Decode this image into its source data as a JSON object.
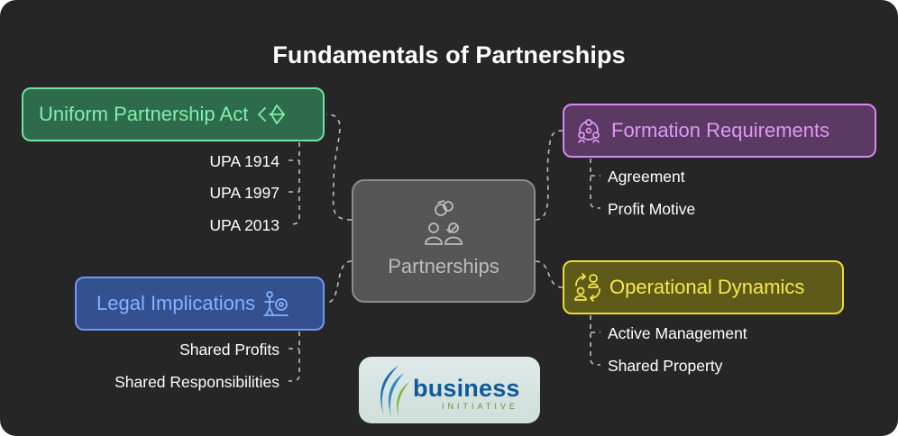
{
  "title": "Fundamentals of Partnerships",
  "center": {
    "label": "Partnerships",
    "icon": "partners-handshake-icon"
  },
  "branches": {
    "upa": {
      "label": "Uniform Partnership Act",
      "icon": "scales-gavel-icon",
      "color": "#7ef0b1",
      "items": [
        "UPA 1914",
        "UPA 1997",
        "UPA 2013"
      ]
    },
    "formation": {
      "label": "Formation Requirements",
      "icon": "team-network-icon",
      "color": "#e196f7",
      "items": [
        "Agreement",
        "Profit Motive"
      ]
    },
    "legal": {
      "label": "Legal Implications",
      "icon": "person-coin-icon",
      "color": "#86b1ff",
      "items": [
        "Shared Profits",
        "Shared Responsibilities"
      ]
    },
    "ops": {
      "label": "Operational Dynamics",
      "icon": "people-exchange-icon",
      "color": "#f7e94b",
      "items": [
        "Active Management",
        "Shared Property"
      ]
    }
  },
  "logo": {
    "word": "business",
    "sub": "INITIATIVE"
  }
}
